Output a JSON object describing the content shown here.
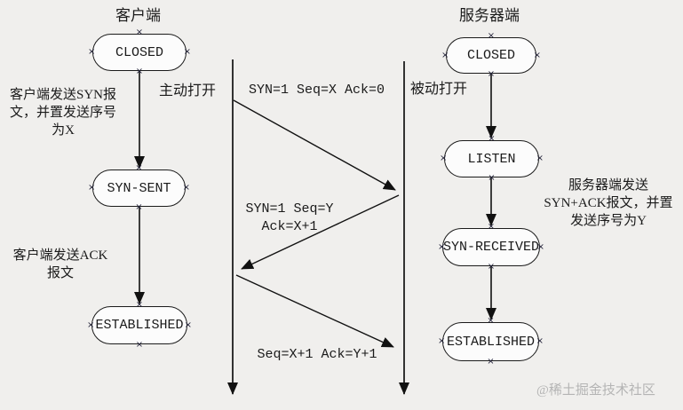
{
  "headers": {
    "client": "客户端",
    "server": "服务器端"
  },
  "client": {
    "states": [
      "CLOSED",
      "SYN-SENT",
      "ESTABLISHED"
    ],
    "open_label": "主动打开",
    "syn_note_lines": [
      "客户端发送SYN报",
      "文，并置发送序号",
      "为X"
    ],
    "ack_note_lines": [
      "客户端发送ACK",
      "报文"
    ]
  },
  "server": {
    "states": [
      "CLOSED",
      "LISTEN",
      "SYN-RECEIVED",
      "ESTABLISHED"
    ],
    "open_label": "被动打开",
    "synack_note_lines": [
      "服务器端发送",
      "SYN+ACK报文，并置",
      "发送序号为Y"
    ]
  },
  "messages": {
    "syn": "SYN=1 Seq=X Ack=0",
    "synack_line1": "SYN=1 Seq=Y",
    "synack_line2": "Ack=X+1",
    "ack": "Seq=X+1 Ack=Y+1"
  },
  "watermark": "@稀土掘金技术社区",
  "colors": {
    "background": "#f0efed",
    "box_fill": "#fcfcfc",
    "stroke": "#1b1b1b",
    "watermark": "#b4b4b4"
  }
}
